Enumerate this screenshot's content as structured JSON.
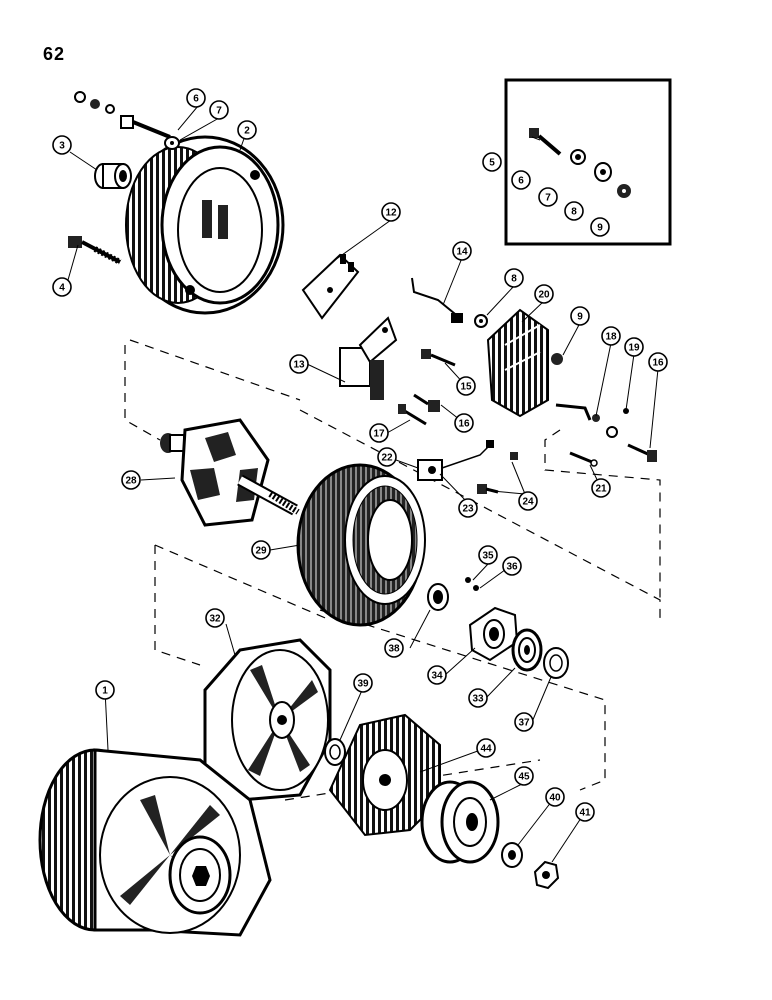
{
  "page": {
    "number": "62"
  },
  "callouts": [
    {
      "id": "c1",
      "label": "1"
    },
    {
      "id": "c2",
      "label": "2"
    },
    {
      "id": "c3",
      "label": "3"
    },
    {
      "id": "c4",
      "label": "4"
    },
    {
      "id": "c5",
      "label": "5"
    },
    {
      "id": "c6a",
      "label": "6"
    },
    {
      "id": "c6b",
      "label": "6"
    },
    {
      "id": "c7a",
      "label": "7"
    },
    {
      "id": "c7b",
      "label": "7"
    },
    {
      "id": "c8a",
      "label": "8"
    },
    {
      "id": "c8b",
      "label": "8"
    },
    {
      "id": "c9a",
      "label": "9"
    },
    {
      "id": "c9b",
      "label": "9"
    },
    {
      "id": "c12",
      "label": "12"
    },
    {
      "id": "c13",
      "label": "13"
    },
    {
      "id": "c14",
      "label": "14"
    },
    {
      "id": "c15",
      "label": "15"
    },
    {
      "id": "c16a",
      "label": "16"
    },
    {
      "id": "c16b",
      "label": "16"
    },
    {
      "id": "c17",
      "label": "17"
    },
    {
      "id": "c18",
      "label": "18"
    },
    {
      "id": "c19",
      "label": "19"
    },
    {
      "id": "c20",
      "label": "20"
    },
    {
      "id": "c21",
      "label": "21"
    },
    {
      "id": "c22",
      "label": "22"
    },
    {
      "id": "c23",
      "label": "23"
    },
    {
      "id": "c24",
      "label": "24"
    },
    {
      "id": "c28",
      "label": "28"
    },
    {
      "id": "c29",
      "label": "29"
    },
    {
      "id": "c32",
      "label": "32"
    },
    {
      "id": "c33",
      "label": "33"
    },
    {
      "id": "c34",
      "label": "34"
    },
    {
      "id": "c35",
      "label": "35"
    },
    {
      "id": "c36",
      "label": "36"
    },
    {
      "id": "c37",
      "label": "37"
    },
    {
      "id": "c38",
      "label": "38"
    },
    {
      "id": "c39",
      "label": "39"
    },
    {
      "id": "c40",
      "label": "40"
    },
    {
      "id": "c41",
      "label": "41"
    },
    {
      "id": "c44",
      "label": "44"
    },
    {
      "id": "c45",
      "label": "45"
    }
  ]
}
